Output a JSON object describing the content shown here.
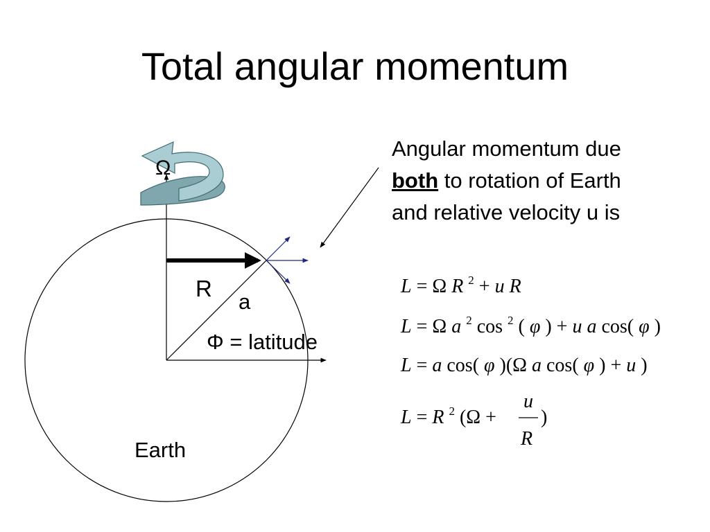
{
  "slide": {
    "title": "Total angular momentum",
    "description": {
      "line1": "Angular momentum due",
      "emphasis": "both",
      "line2_rest": " to rotation of Earth",
      "line3": "and relative velocity u is"
    }
  },
  "diagram": {
    "omega_label": "Ω",
    "radius_label": "R",
    "a_label": "a",
    "phi_symbol": "Φ",
    "latitude_text": " = latitude",
    "earth_label": "Earth",
    "colors": {
      "rotation_arrow_fill": "#a9cdd3",
      "rotation_arrow_shadow": "#7fa7ad",
      "rotation_arrow_stroke": "#3f6b70",
      "vector_arrows": "#1f2a7a",
      "lines": "#000000"
    }
  },
  "equations": {
    "eq1": {
      "lhs": "L",
      "rhs_parts": [
        "Ω",
        "R",
        "2",
        " + ",
        "u",
        "R"
      ]
    },
    "eq2": {
      "lhs": "L",
      "rhs_parts": [
        "Ω",
        "a",
        "2",
        "cos",
        "2",
        "(",
        "φ",
        ")",
        " + ",
        "u",
        "a",
        "cos(",
        "φ",
        ")"
      ]
    },
    "eq3": {
      "lhs": "L",
      "rhs_parts": [
        "a",
        "cos(",
        "φ",
        ")(Ω",
        "a",
        "cos(",
        "φ",
        ") + ",
        "u",
        ")"
      ]
    },
    "eq4": {
      "lhs": "L",
      "rhs_parts": [
        "R",
        "2",
        "(Ω + ",
        "u",
        "R",
        ")"
      ]
    }
  }
}
